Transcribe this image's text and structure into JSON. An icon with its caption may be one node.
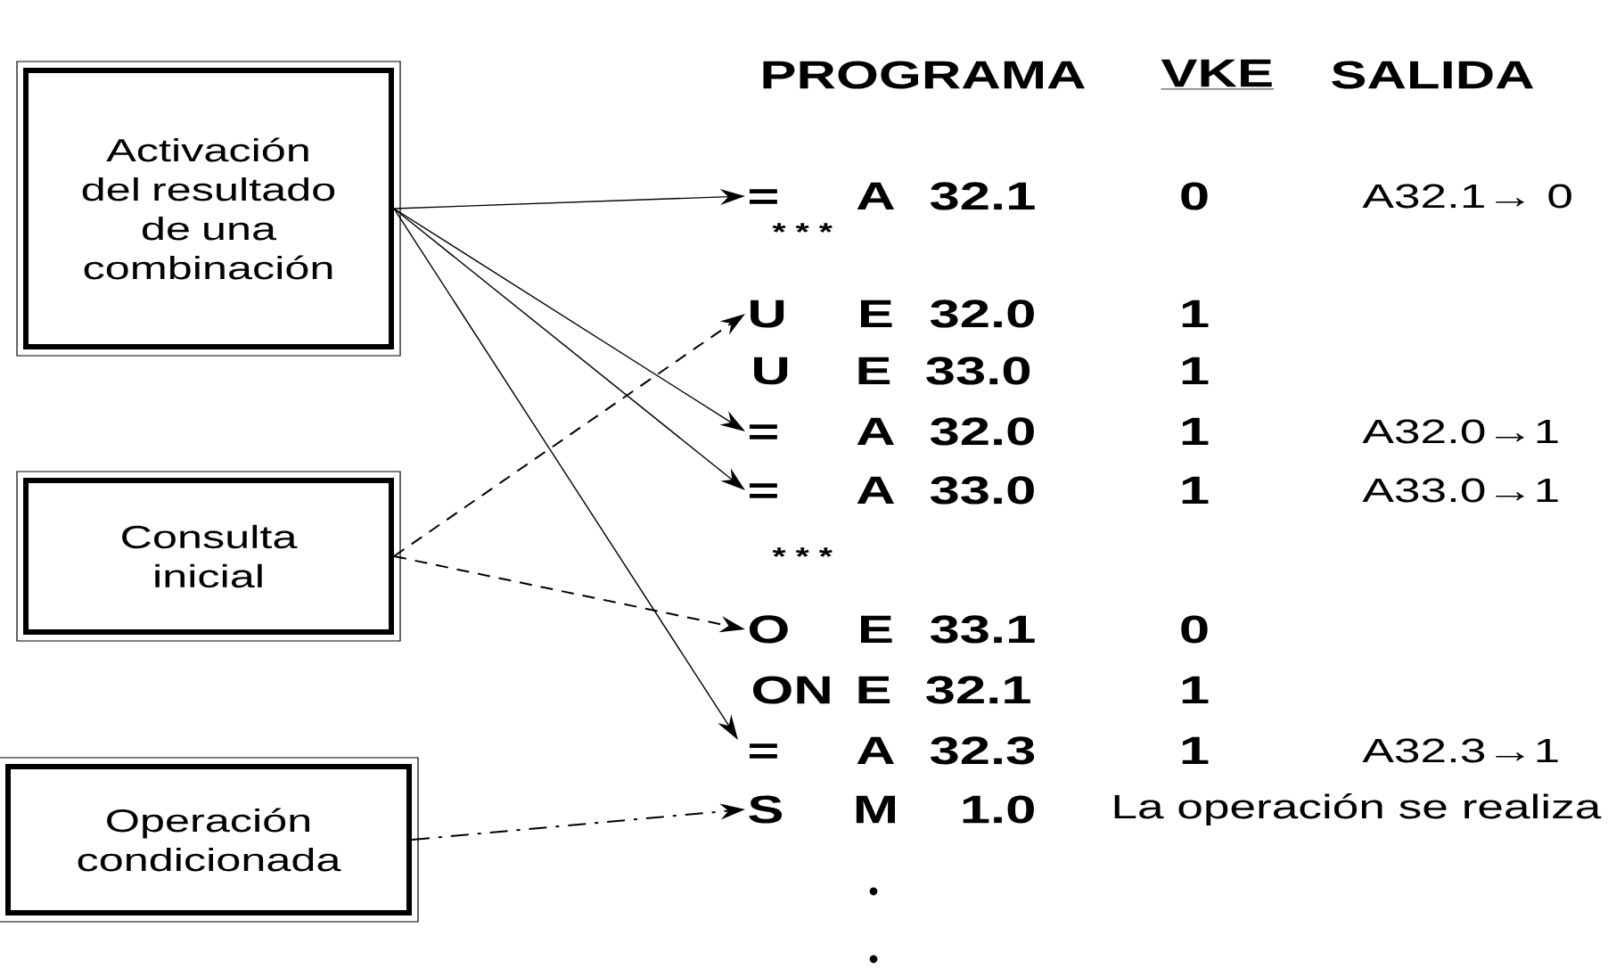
{
  "diagram": {
    "nodes": [
      {
        "text": [
          "Activación del resultado de una combinación"
        ]
      },
      {
        "text": [
          "Consulta inicial"
        ]
      },
      {
        "text": [
          "Operación condicionada"
        ]
      },
      {
        "text": [
          "=",
          "A",
          "32.1"
        ]
      },
      {
        "text": [
          "U",
          "E",
          "32.0"
        ]
      },
      {
        "text": [
          "=",
          "A",
          "32.0"
        ]
      },
      {
        "text": [
          "=",
          "A",
          "33.0"
        ]
      },
      {
        "text": [
          "O",
          "E",
          "33.1"
        ]
      },
      {
        "text": [
          "=",
          "A",
          "32.3"
        ]
      },
      {
        "text": [
          "S",
          "M",
          "1.0"
        ]
      }
    ],
    "edges": [
      {
        "from": 0,
        "to": 3,
        "arrow": "to"
      },
      {
        "from": 0,
        "to": 5,
        "arrow": "to"
      },
      {
        "from": 0,
        "to": 6,
        "arrow": "to"
      },
      {
        "from": 0,
        "to": 8,
        "arrow": "to"
      },
      {
        "from": 1,
        "to": 4,
        "arrow": "to",
        "style": "dashed"
      },
      {
        "from": 1,
        "to": 7,
        "arrow": "to",
        "style": "dashed"
      },
      {
        "from": 2,
        "to": 9,
        "arrow": "to",
        "style": "dashed"
      }
    ],
    "labels": [
      "PROGRAMA",
      "VKE",
      "SALIDA",
      "0",
      "A32.1→ 0",
      "* * *",
      "1",
      "U",
      "E",
      "33.0",
      "1",
      "1",
      "A32.0→1",
      "1",
      "A33.0→1",
      "* * *",
      "0",
      "ON",
      "E",
      "32.1",
      "1",
      "1",
      "A32.3→1",
      "La operación se realiza"
    ]
  }
}
